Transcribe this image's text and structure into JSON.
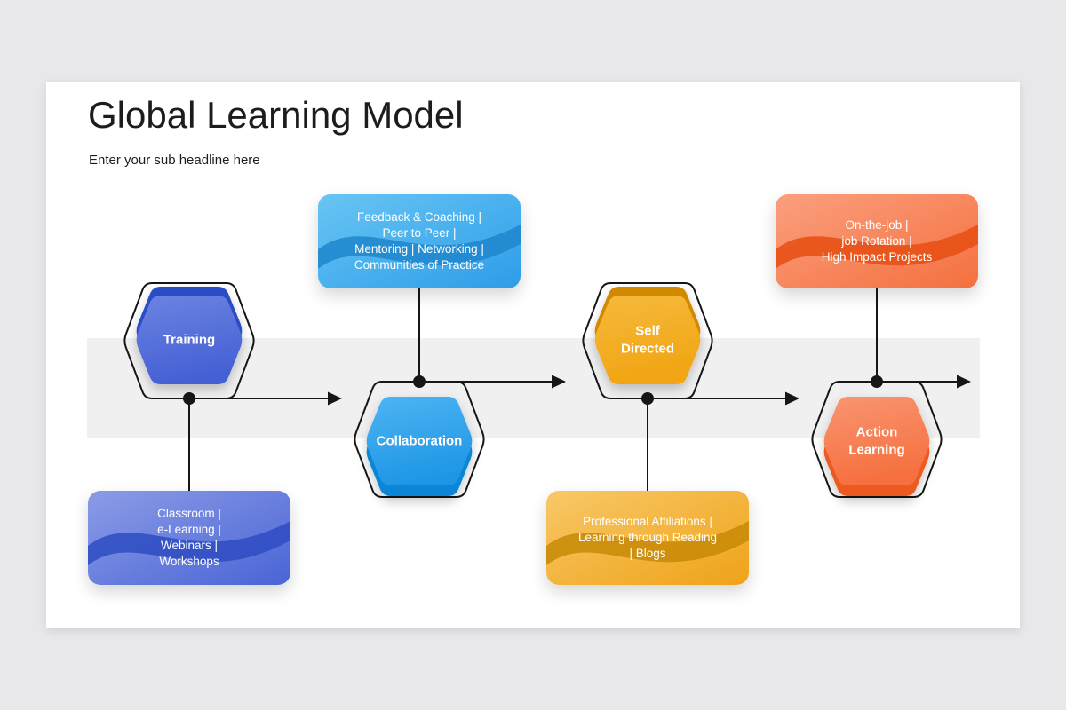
{
  "slide": {
    "title": "Global Learning Model",
    "subtitle": "Enter your sub headline here"
  },
  "stages": [
    {
      "label": "Training",
      "details": "Classroom |\ne-Learning |\nWebinars |\nWorkshops"
    },
    {
      "label": "Collaboration",
      "details": "Feedback & Coaching |\nPeer to Peer |\nMentoring | Networking |\nCommunities of Practice"
    },
    {
      "label": "Self\nDirected",
      "details": "Professional Affiliations |\nLearning through Reading\n| Blogs"
    },
    {
      "label": "Action\nLearning",
      "details": "On-the-job |\njob Rotation |\nHigh Impact Projects"
    }
  ],
  "palette": {
    "training": {
      "hex_top": "#6c83e2",
      "hex_bottom": "#4561d4",
      "rim": "#2b4dc5",
      "card_top": "#8b9ce6",
      "card_bottom": "#4a64d6",
      "wave": "#2e4cc2"
    },
    "collaboration": {
      "hex_top": "#4db4f3",
      "hex_bottom": "#1f97e6",
      "rim": "#0c85d6",
      "card_top": "#68c5f4",
      "card_bottom": "#2d9de8",
      "wave": "#1f86cd"
    },
    "self_directed": {
      "hex_top": "#f6b93d",
      "hex_bottom": "#f2a513",
      "rim": "#d18a02",
      "card_top": "#f8c868",
      "card_bottom": "#efa318",
      "wave": "#c78a06"
    },
    "action_learning": {
      "hex_top": "#f99571",
      "hex_bottom": "#f6703f",
      "rim": "#ec5a20",
      "card_top": "#fb9f7e",
      "card_bottom": "#f4703f",
      "wave": "#e64e12"
    },
    "line_ink": "#161616",
    "band_gray": "#f0f0f1"
  }
}
